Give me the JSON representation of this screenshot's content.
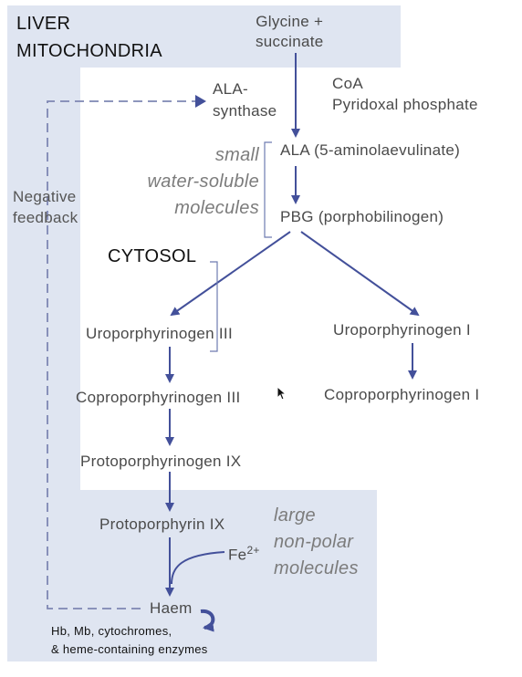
{
  "regions": {
    "mitochondria_line1": "LIVER",
    "mitochondria_line2": "MITOCHONDRIA",
    "cytosol": "CYTOSOL"
  },
  "nodes": {
    "glycine_line1": "Glycine +",
    "glycine_line2": "succinate",
    "ala_synthase_line1": "ALA-",
    "ala_synthase_line2": "synthase",
    "cofactor_line1": "CoA",
    "cofactor_line2": "Pyridoxal  phosphate",
    "ala": "ALA (5-aminolaevulinate)",
    "pbg": "PBG (porphobilinogen)",
    "uro3": "Uroporphyrinogen III",
    "uro1": "Uroporphyrinogen I",
    "copro3": "Coproporphyrinogen III",
    "copro1": "Coproporphyrinogen I",
    "proto9": "Protoporphyrinogen IX",
    "protoporphyrin": "Protoporphyrin IX",
    "fe": "Fe",
    "fe_sup": "2+",
    "haem": "Haem",
    "products_line1": "Hb, Mb, cytochromes,",
    "products_line2": "& heme-containing enzymes"
  },
  "annotations": {
    "small_line1": "small",
    "small_line2": "water-soluble",
    "small_line3": "molecules",
    "large_line1": "large",
    "large_line2": "non-polar",
    "large_line3": "molecules",
    "feedback_line1": "Negative",
    "feedback_line2": "feedback"
  },
  "colors": {
    "mitochondria_fill": "#dfe5f1",
    "arrow": "#43509a",
    "feedback_dash": "#7f87b3",
    "bracket": "#6d7bb0"
  }
}
